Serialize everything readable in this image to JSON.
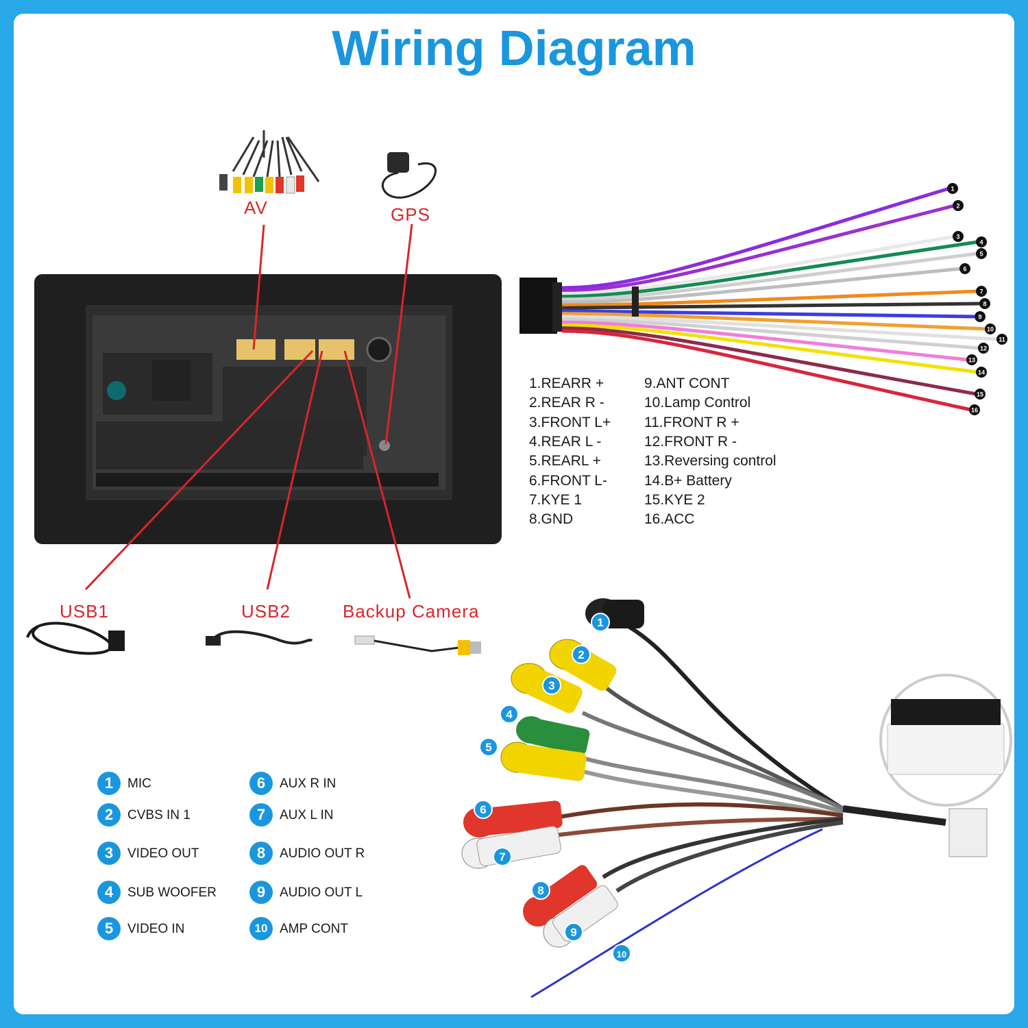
{
  "title": "Wiring Diagram",
  "labels": {
    "av": "AV",
    "gps": "GPS",
    "usb1": "USB1",
    "usb2": "USB2",
    "backup": "Backup Camera"
  },
  "harness_pins": [
    "1.REARR +",
    "2.REAR R -",
    "3.FRONT L+",
    "4.REAR L -",
    "5.REARL +",
    "6.FRONT L-",
    "7.KYE 1",
    "8.GND",
    "9.ANT CONT",
    "10.Lamp Control",
    "11.FRONT R +",
    "12.FRONT R -",
    "13.Reversing control",
    "14.B+ Battery",
    "15.KYE 2",
    "16.ACC"
  ],
  "av_legend": [
    {
      "num": "1",
      "label": "MIC"
    },
    {
      "num": "2",
      "label": "CVBS IN 1"
    },
    {
      "num": "3",
      "label": "VIDEO OUT"
    },
    {
      "num": "4",
      "label": "SUB WOOFER"
    },
    {
      "num": "5",
      "label": "VIDEO IN"
    },
    {
      "num": "6",
      "label": "AUX R IN"
    },
    {
      "num": "7",
      "label": "AUX L IN"
    },
    {
      "num": "8",
      "label": "AUDIO OUT R"
    },
    {
      "num": "9",
      "label": "AUDIO OUT L"
    },
    {
      "num": "10",
      "label": "AMP CONT"
    }
  ],
  "wire_numbers": [
    "1",
    "2",
    "3",
    "4",
    "5",
    "6",
    "7",
    "8",
    "9",
    "10",
    "11",
    "12",
    "13",
    "14",
    "15",
    "16"
  ],
  "av_cable_numbers": [
    "1",
    "2",
    "3",
    "4",
    "5",
    "6",
    "7",
    "8",
    "9",
    "10"
  ],
  "colors": {
    "frame": "#29a8e8",
    "title": "#1a96de",
    "callout": "#d9252a",
    "badge": "#1a96de"
  }
}
